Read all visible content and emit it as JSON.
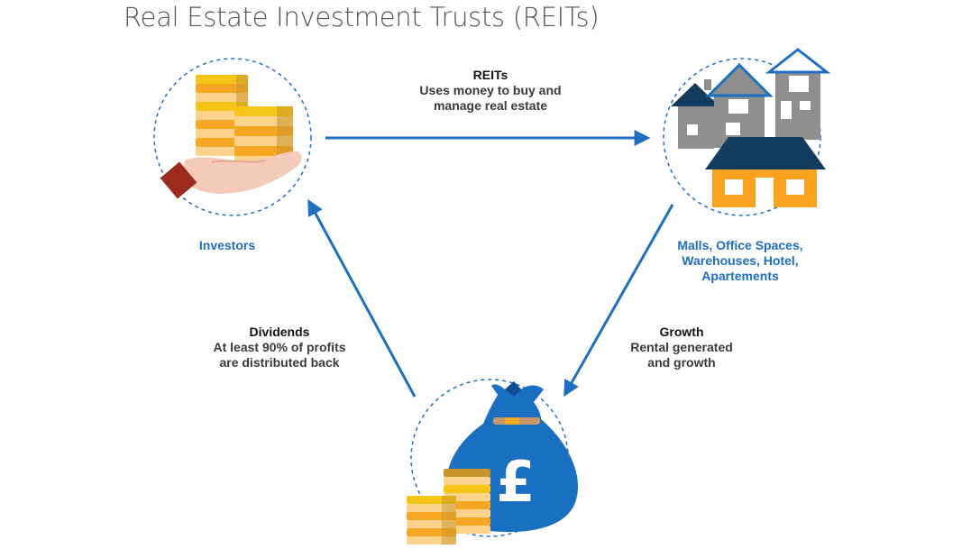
{
  "title": "Real Estate Investment Trusts (REITs)",
  "nodes": {
    "investors": {
      "label": "Investors"
    },
    "properties": {
      "lines": [
        "Malls, Office Spaces,",
        "Warehouses, Hotel,",
        "Apartements"
      ]
    },
    "money": {
      "symbol": "£"
    }
  },
  "edges": {
    "reits": {
      "heading": "REITs",
      "lines": [
        "Uses money to buy and",
        "manage real estate"
      ]
    },
    "dividends": {
      "heading": "Dividends",
      "lines": [
        "At least 90% of profits",
        "are distributed back"
      ]
    },
    "growth": {
      "heading": "Growth",
      "lines": [
        "Rental generated",
        "and growth"
      ]
    }
  },
  "colors": {
    "arrow": "#1f6fc1",
    "circle_dash": "#1f6fc1",
    "coin_gold": "#f5a623",
    "coin_light": "#fbd38d",
    "house_gray": "#8f8f8f",
    "roof_navy": "#133b5c",
    "house_orange": "#fba321",
    "bag_blue": "#1a6fc1"
  }
}
